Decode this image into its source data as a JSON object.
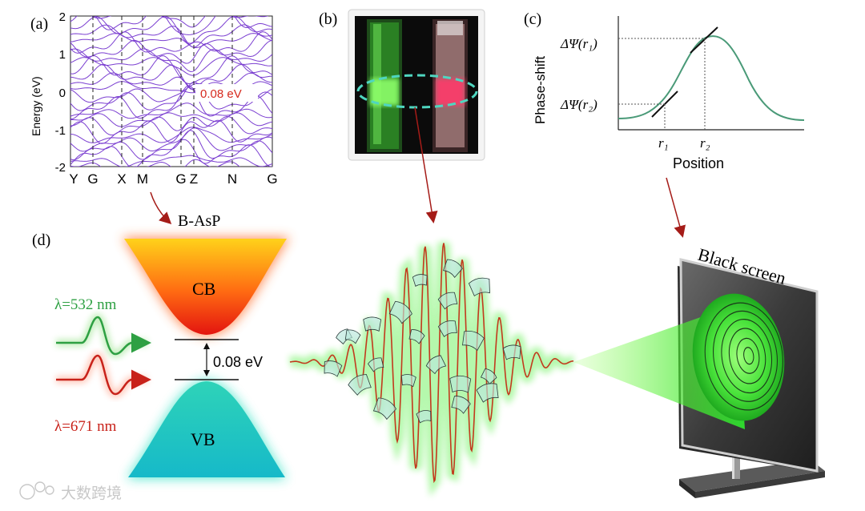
{
  "panel_a": {
    "label": "(a)",
    "ylabel": "Energy (eV)",
    "yticks": [
      "2",
      "1",
      "0",
      "-1",
      "-2"
    ],
    "xticks": [
      "Y",
      "G",
      "X",
      "M",
      "G",
      "Z",
      "N",
      "G"
    ],
    "gap_annotation": "0.08 eV"
  },
  "panel_b": {
    "label": "(b)"
  },
  "panel_c": {
    "label": "(c)",
    "ylabel": "Phase-shift",
    "xlabel": "Position",
    "dpsi_r1": "ΔΨ(r₁)",
    "dpsi_r2": "ΔΨ(r₂)",
    "r1": "r₁",
    "r2": "r₂"
  },
  "panel_d": {
    "label": "(d)",
    "material": "B-AsP",
    "cb": "CB",
    "vb": "VB",
    "gap": "0.08 eV",
    "green_wavelength": "λ=532 nm",
    "red_wavelength": "λ=671 nm",
    "screen": "Black screen"
  },
  "watermark": "大数跨境",
  "colors": {
    "band_lines": "#7b3fd1",
    "gap_text": "#d62b1f",
    "green": "#2ea043",
    "red": "#c8221a",
    "curve": "#4a9a78",
    "arrow": "#a51c18"
  }
}
